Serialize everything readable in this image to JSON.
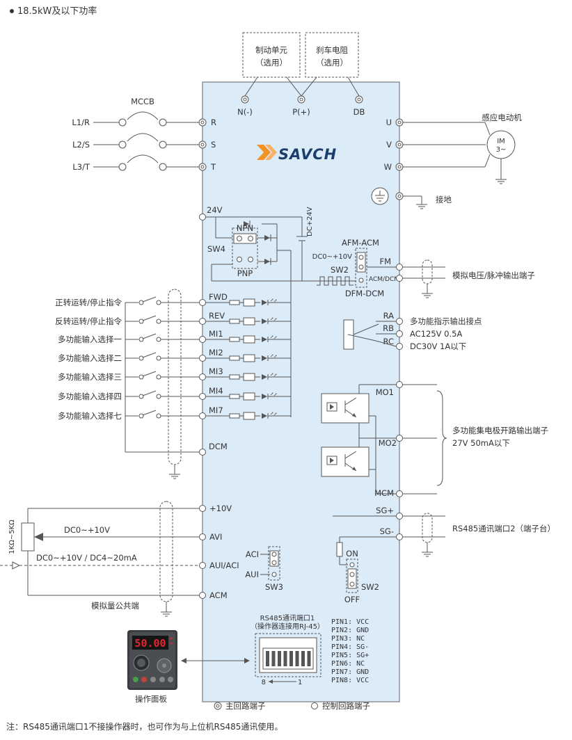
{
  "title": "18.5kW及以下功率",
  "options": {
    "brake_unit": [
      "制动单元",
      "（选用）"
    ],
    "brake_resistor": [
      "刹车电阻",
      "（选用）"
    ]
  },
  "dc_terminals": [
    "N(-)",
    "P(+)",
    "DB"
  ],
  "breaker_label": "MCCB",
  "input_lines": [
    "L1/R",
    "L2/S",
    "L3/T"
  ],
  "input_terminals": [
    "R",
    "S",
    "T"
  ],
  "output_terminals": [
    "U",
    "V",
    "W"
  ],
  "motor": {
    "label": "感应电动机",
    "symbol": [
      "IM",
      "3~"
    ]
  },
  "ground_label": "接地",
  "brand": "SAVCH",
  "supply": {
    "terminal": "24V",
    "dc_label": "DC+24V"
  },
  "sw4": {
    "label": "SW4",
    "npn": "NPN",
    "pnp": "PNP"
  },
  "afm": {
    "jumper": "AFM-ACM",
    "range": "DC0~+10V",
    "switch": "SW2",
    "acm_dcm": "ACM/DCM",
    "dfm": "DFM-DCM",
    "terminal": "FM",
    "desc": "模拟电压/脉冲输出端子"
  },
  "relay": {
    "terminals": [
      "RA",
      "RB",
      "RC"
    ],
    "desc": [
      "多功能指示输出接点",
      "AC125V  0.5A",
      "DC30V  1A以下"
    ]
  },
  "digital_inputs": [
    {
      "command": "正转运转/停止指令",
      "terminal": "FWD"
    },
    {
      "command": "反转运转/停止指令",
      "terminal": "REV"
    },
    {
      "command": "多功能输入选择一",
      "terminal": "MI1"
    },
    {
      "command": "多功能输入选择二",
      "terminal": "MI2"
    },
    {
      "command": "多功能输入选择三",
      "terminal": "MI3"
    },
    {
      "command": "多功能输入选择四",
      "terminal": "MI4"
    },
    {
      "command": "多功能输入选择七",
      "terminal": "MI7"
    }
  ],
  "dcm_label": "DCM",
  "open_collector": {
    "terminals": [
      "MO1",
      "MO2",
      "MCM"
    ],
    "desc": [
      "多功能集电极开路输出端子",
      "27V 50mA以下"
    ]
  },
  "analog": {
    "terminals": [
      "+10V",
      "AVI",
      "AUI/ACI",
      "ACM"
    ],
    "pot_label": "1KΩ~5KΩ",
    "avi_range": "DC0~+10V",
    "aui_range": "DC0~+10V / DC4~20mA",
    "common_label": "模拟量公共端",
    "sw3": {
      "aci": "ACI",
      "aui": "AUI",
      "label": "SW3"
    }
  },
  "rs485_2": {
    "terminals": [
      "SG+",
      "SG-"
    ],
    "desc": "RS485通讯端口2（端子台）",
    "on": "ON",
    "off": "OFF",
    "switch": "SW2"
  },
  "rs485_1": {
    "title": "RS485通讯端口1",
    "subtitle": "（操作器连接用RJ-45）",
    "pin_left": "8",
    "pin_right": "1"
  },
  "pins": [
    "PIN1: VCC",
    "PIN2: GND",
    "PIN3: NC",
    "PIN4: SG-",
    "PIN5: SG+",
    "PIN6: NC",
    "PIN7: GND",
    "PIN8: VCC"
  ],
  "keypad": {
    "display": "50.00",
    "label": "操作面板"
  },
  "legend": {
    "main": "主回路端子",
    "control": "控制回路端子"
  },
  "note": "注：RS485通讯端口1不接操作器时，也可作为与上位机RS485通讯使用。",
  "colors": {
    "panel": "#dcebf8",
    "panel_border": "#8d9299",
    "wire": "#555555",
    "brand_orange": "#f39323",
    "brand_blue": "#1d3d6e",
    "led_red": "#e3262d"
  }
}
